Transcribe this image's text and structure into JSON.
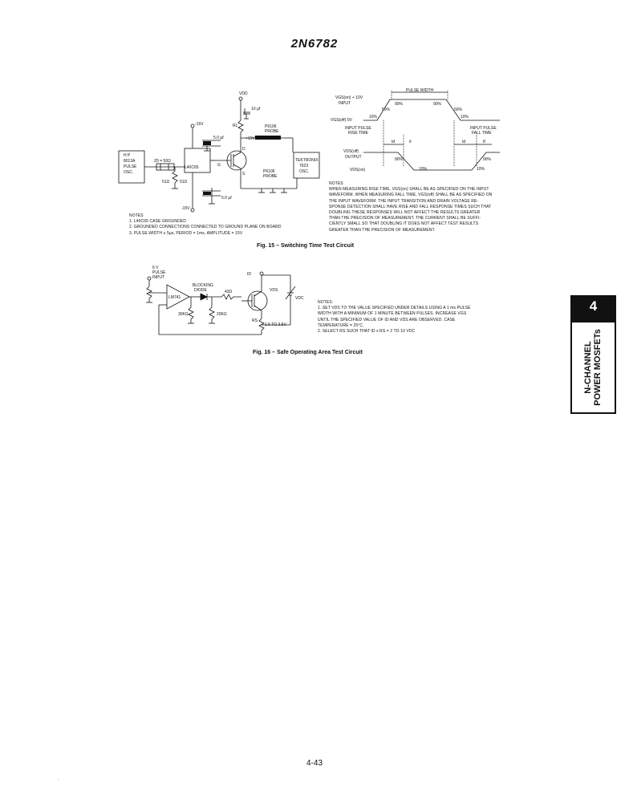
{
  "header": {
    "part_number": "2N6782"
  },
  "fig15": {
    "caption": "Fig. 15 – Switching Time Test Circuit",
    "labels": {
      "vdd": "VDD",
      "cap_top": "10 µf",
      "minus15_top": "-15V",
      "plus15": "+15V",
      "rl": "RL",
      "p6106": "P6106",
      "probe": "PROBE",
      "cap1": "5.0 µf",
      "cap2": "5.0 µf",
      "hp": "H P",
      "hp_model": "8013A",
      "hp_pulse": "PULSE",
      "hp_osc": "OSC.",
      "zo": "Z0 = 50Ω",
      "transistor": "L40C65",
      "r51": "51Ω",
      "r51b": "51Ω",
      "tek1": "TEKTRONIX",
      "tek2": "7623",
      "tek3": "OSC.",
      "p6106b": "P6106",
      "probe2": "PROBE",
      "minus15_bottom": "-15V",
      "g": "G",
      "d": "D",
      "s": "S"
    },
    "notes": [
      "NOTES",
      "1. L40C65 CASE GROUNDED",
      "2. GROUNDED CONNECTIONS CONNECTED TO GROUND PLANE ON BOARD",
      "3. PULSE WIDTH ≤ 5µs, PERIOD = 1ms, AMPLITUDE = 15V"
    ]
  },
  "waveform": {
    "labels": {
      "input_top": "VGS(on) + 10V",
      "input": "INPUT",
      "pulse_width": "PULSE WIDTH",
      "p50a": "50%",
      "p90a": "90%",
      "p90b": "90%",
      "p50b": "50%",
      "vgs_off": "VGS(off) 0V",
      "p10a": "10%",
      "p10b": "10%",
      "input_rise": "INPUT PULSE",
      "rise_time": "RISE TIME",
      "input_fall": "INPUT PULSE",
      "fall_time": "FALL TIME",
      "td_on": "td",
      "tr": "tr",
      "td_off": "td",
      "tf": "tf",
      "vds_off": "VDS(off)",
      "output": "OUTPUT",
      "p90c": "90%",
      "p90d": "90%",
      "vds_on": "VDS(on)",
      "p10c": "10%",
      "p10d": "10%"
    },
    "notes": [
      "NOTES",
      "WHEN MEASURING RISE TIME, VGS(on) SHALL BE AS SPECIFIED ON THE INPUT",
      "WAVEFORM. WHEN MEASURING FALL TIME, VGS(off) SHALL BE AS SPECIFIED ON",
      "THE INPUT WAVEFORM. THE INPUT TRANSITION AND DRAIN VOLTAGE RE-",
      "SPONSE DETECTION SHALL HAVE RISE AND FALL RESPONSE TIMES SUCH THAT",
      "DOUBLING THESE RESPONSES WILL NOT AFFECT THE RESULTS GREATER",
      "THAN THE PRECISION OF MEASUREMENT. THE CURRENT SHALL BE SUFFI-",
      "CIENTLY SMALL SO THAT DOUBLING IT DOES NOT AFFECT TEST RESULTS",
      "GREATER THAN THE PRECISION OF MEASUREMENT."
    ]
  },
  "fig16": {
    "caption": "Fig. 16 – Safe Operating Area Test Circuit",
    "labels": {
      "gen1": "6 V",
      "gen2": "PULSE",
      "gen3": "INPUT",
      "opamp": "LM741",
      "blocking": "BLOCKING",
      "diode": "DIODE",
      "r43": "43Ω",
      "id": "ID",
      "vds": "VDS",
      "vdc": "VDC",
      "r30k": "30KΩ",
      "r20k": "20KΩ",
      "rs": "RS",
      "r15": "1.5 TO 3.5V"
    },
    "notes": [
      "NOTES:",
      "1. SET VDS TO THE VALUE SPECIFIED UNDER DETAILS USING A 1 ms PULSE",
      "   WIDTH WITH A MINIMUM OF 1 MINUTE BETWEEN PULSES. INCREASE VGS",
      "   UNTIL THE SPECIFIED VALUE OF ID AND VDS ARE OBSERVED. CASE",
      "   TEMPERATURE = 25°C.",
      "2. SELECT RS SUCH THAT ID x RS = 2 TO 10 VDC"
    ]
  },
  "side_tab": {
    "number": "4",
    "line1": "N-CHANNEL",
    "line2": "POWER MOSFETs"
  },
  "footer": {
    "page_number": "4-43",
    "mark": "."
  }
}
